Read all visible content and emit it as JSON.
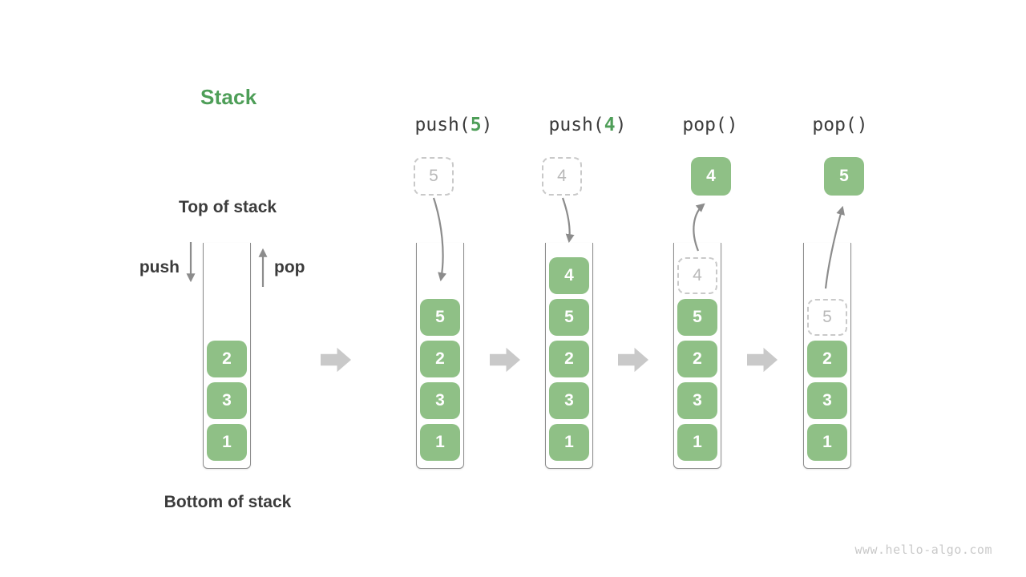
{
  "title": "Stack",
  "side_labels": {
    "top": "Top of stack",
    "bottom": "Bottom of stack",
    "push": "push",
    "pop": "pop"
  },
  "operations": [
    {
      "prefix": "push(",
      "arg": "5",
      "suffix": ")"
    },
    {
      "prefix": "push(",
      "arg": "4",
      "suffix": ")"
    },
    {
      "prefix": "pop()",
      "arg": "",
      "suffix": ""
    },
    {
      "prefix": "pop()",
      "arg": "",
      "suffix": ""
    }
  ],
  "floating_cells": [
    {
      "value": "5",
      "style": "dashed"
    },
    {
      "value": "4",
      "style": "dashed"
    },
    {
      "value": "4",
      "style": "solid"
    },
    {
      "value": "5",
      "style": "solid"
    }
  ],
  "stacks": [
    {
      "cells": [
        {
          "value": "2"
        },
        {
          "value": "3"
        },
        {
          "value": "1"
        }
      ]
    },
    {
      "cells": [
        {
          "value": "5"
        },
        {
          "value": "2"
        },
        {
          "value": "3"
        },
        {
          "value": "1"
        }
      ]
    },
    {
      "cells": [
        {
          "value": "4"
        },
        {
          "value": "5"
        },
        {
          "value": "2"
        },
        {
          "value": "3"
        },
        {
          "value": "1"
        }
      ]
    },
    {
      "cells": [
        {
          "value": "4",
          "style": "dashed"
        },
        {
          "value": "5"
        },
        {
          "value": "2"
        },
        {
          "value": "3"
        },
        {
          "value": "1"
        }
      ]
    },
    {
      "cells": [
        {
          "value": "5",
          "style": "dashed"
        },
        {
          "value": "2"
        },
        {
          "value": "3"
        },
        {
          "value": "1"
        }
      ]
    }
  ],
  "watermark": "www.hello-algo.com",
  "colors": {
    "title_green": "#4e9e58",
    "cell_green": "#8fc086",
    "cell_text": "#ffffff",
    "label_dark": "#3b3b3b",
    "arrow_gray": "#8c8c8c",
    "block_arrow_gray": "#c9c9c9",
    "dashed_border_gray": "#c9c9c9",
    "dashed_text_gray": "#b9b9b9",
    "watermark_gray": "#c9c9c9"
  }
}
